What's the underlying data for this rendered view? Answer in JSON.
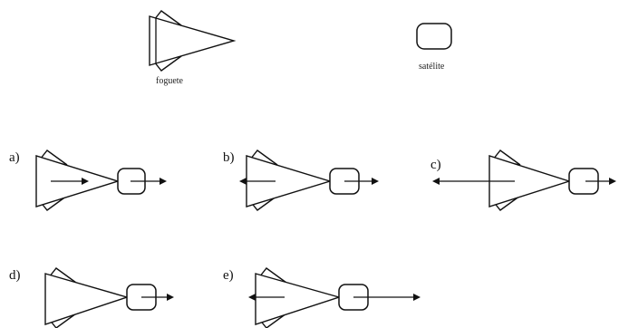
{
  "legend": {
    "rocket_label": "foguete",
    "satellite_label": "satélite"
  },
  "options": [
    {
      "id": "a",
      "label": "a)",
      "rocket_arrow": "right",
      "satellite_arrow": "right"
    },
    {
      "id": "b",
      "label": "b)",
      "rocket_arrow": "left",
      "satellite_arrow": "right"
    },
    {
      "id": "c",
      "label": "c)",
      "rocket_arrow": "left-long",
      "satellite_arrow": "right"
    },
    {
      "id": "d",
      "label": "d)",
      "rocket_arrow": "none",
      "satellite_arrow": "right"
    },
    {
      "id": "e",
      "label": "e)",
      "rocket_arrow": "left",
      "satellite_arrow": "right-long"
    }
  ]
}
